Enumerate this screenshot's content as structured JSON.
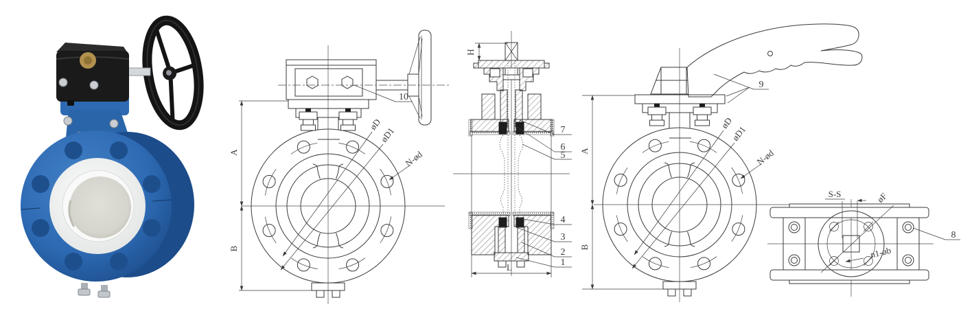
{
  "sheet_title": "flanged-butterfly-valve-photo-and-technical-drawings",
  "line_color": "#3a3a3a",
  "photo": {
    "body_color": "#2d6ab3",
    "body_dark": "#1c4c8a",
    "body_light": "#4381c6",
    "hole_color": "#1e4f8d",
    "liner_color": "#eef0ef",
    "seat_color": "#f8f9f8",
    "disc_color": "#d9d9d2",
    "disc_shadow": "#c3c3ba",
    "gear_color": "#1a1a1a",
    "brass_color": "#b2914f",
    "steel_color": "#c9ccd0",
    "wheel_color": "#141414"
  },
  "front_view_gear": {
    "dim_a": "A",
    "dim_b": "B",
    "dia_d": "øD",
    "dia_d1": "øD1",
    "bolt_callout": "N-ød",
    "part_gearbox": "10"
  },
  "section_view": {
    "dim_h": "H",
    "dim_l": "L",
    "part_7": "7",
    "part_6": "6",
    "part_5": "5",
    "part_4": "4",
    "part_3": "3",
    "part_2": "2",
    "part_1": "1"
  },
  "front_view_lever": {
    "dim_a": "A",
    "dim_b": "B",
    "dia_d": "øD",
    "dia_d1": "øD1",
    "bolt_callout": "N-ød",
    "part_handle": "9"
  },
  "top_view": {
    "section_label": "S-S",
    "dia_f": "øF",
    "bolt_callout": "n1-øb",
    "part_plate": "8"
  }
}
